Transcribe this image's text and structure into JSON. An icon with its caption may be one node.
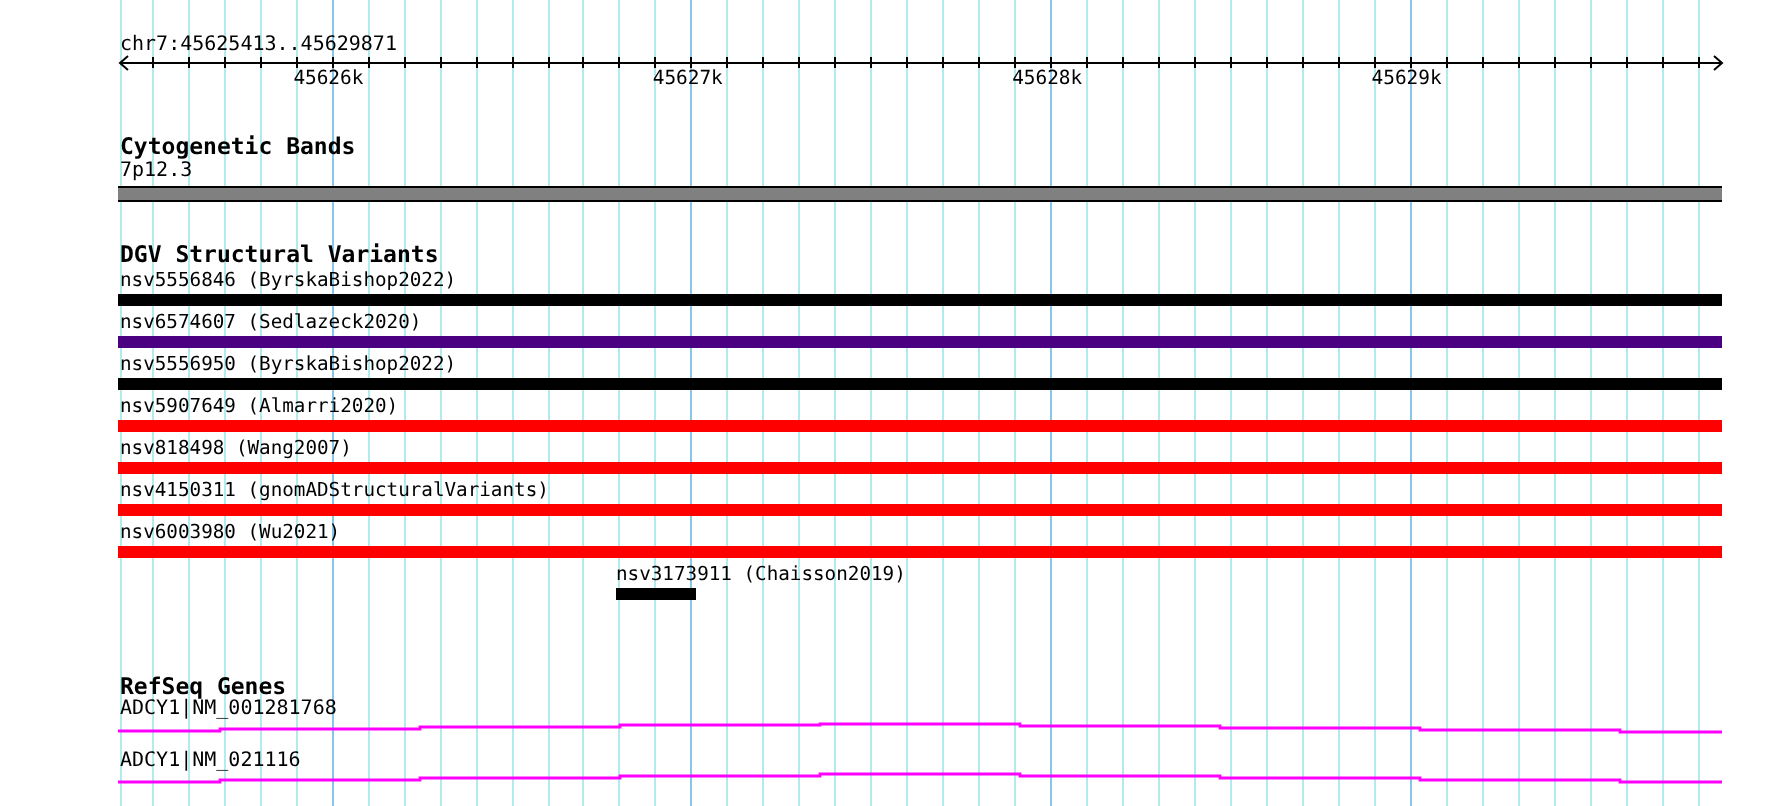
{
  "diagram": {
    "nodes": [
      {
        "text": [
          "7p12.3"
        ]
      },
      {
        "text": [
          "nsv5556846 (ByrskaBishop2022)"
        ]
      },
      {
        "text": [
          "nsv6574607 (Sedlazeck2020)"
        ]
      },
      {
        "text": [
          "nsv5556950 (ByrskaBishop2022)"
        ]
      },
      {
        "text": [
          "nsv5907649 (Almarri2020)"
        ]
      },
      {
        "text": [
          "nsv818498 (Wang2007)"
        ]
      },
      {
        "text": [
          "nsv4150311 (gnomADStructuralVariants)"
        ]
      },
      {
        "text": [
          "nsv6003980 (Wu2021)"
        ]
      },
      {
        "text": [
          "nsv3173911 (Chaisson2019)"
        ]
      },
      {
        "text": [
          "ADCY1|NM_001281768"
        ]
      },
      {
        "text": [
          "ADCY1|NM_021116"
        ]
      }
    ],
    "labels": [
      "chr7:45625413..45629871",
      "45626k",
      "45627k",
      "45628k",
      "45629k",
      "Cytogenetic Bands",
      "DGV Structural Variants",
      "RefSeq Genes"
    ]
  }
}
